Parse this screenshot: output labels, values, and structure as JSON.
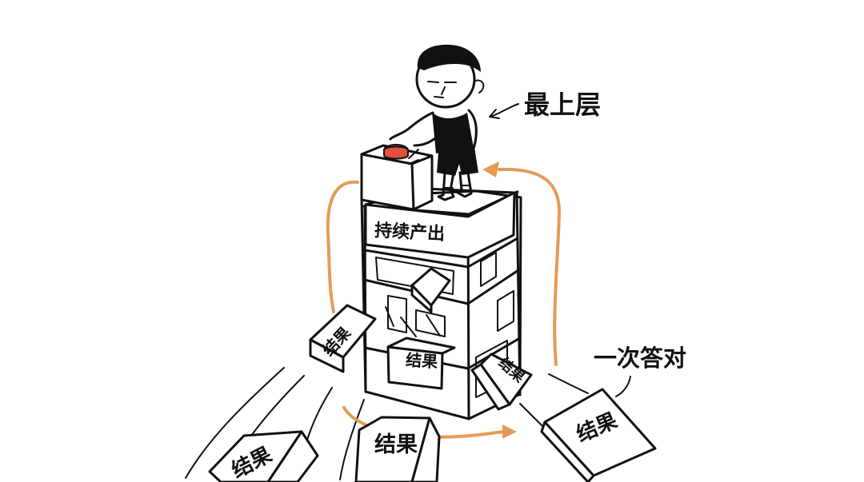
{
  "labels": {
    "top_layer": "最上层",
    "continuous_output": "持续产出",
    "one_time_right": "一次答对",
    "result": "结果"
  },
  "colors": {
    "line": "#111111",
    "accent": "#e59b58",
    "button": "#d94a3d",
    "background": "#ffffff"
  }
}
